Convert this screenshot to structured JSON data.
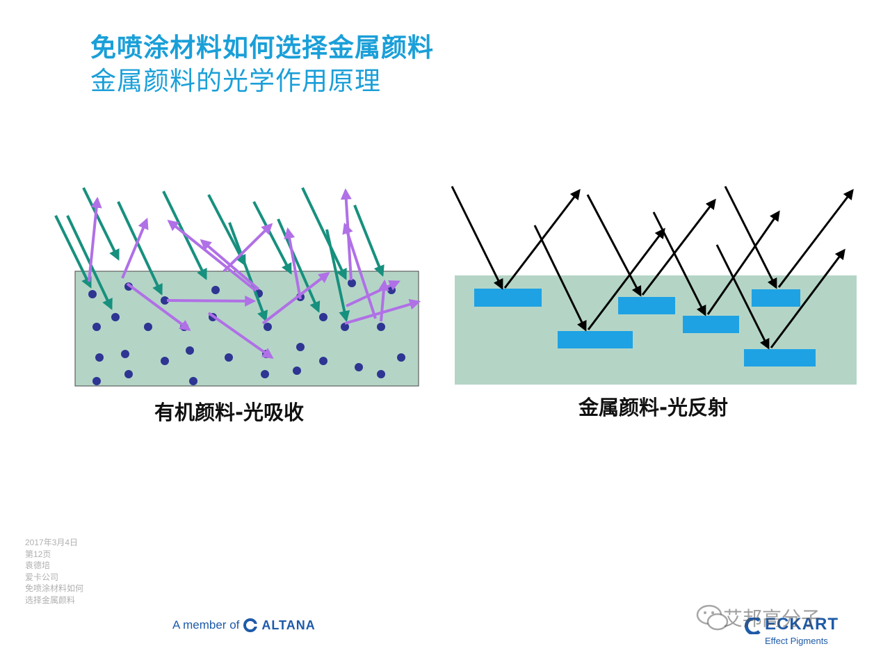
{
  "title": "免喷涂材料如何选择金属颜料",
  "subtitle": "金属颜料的光学作用原理",
  "diagrams": {
    "left_caption": "有机颜料-光吸收",
    "right_caption": "金属颜料-光反射",
    "colors": {
      "medium": "#b4d5c6",
      "particle": "#2e3592",
      "incident_ray": "#17907e",
      "scattered_ray": "#b070e6",
      "metal_flake": "#1ea2e4",
      "reflected_ray": "#000000"
    }
  },
  "footer": {
    "meta_lines": [
      "2017年3月4日",
      "第12页",
      "袁德培",
      "爱卡公司",
      "免喷涂材料如何",
      "选择金属颜料"
    ],
    "altana_prefix": "A member of",
    "altana_brand": "ALTANA",
    "eckart_brand": "ECKART",
    "eckart_tagline": "Effect Pigments",
    "watermark": "艾邦高分子"
  }
}
